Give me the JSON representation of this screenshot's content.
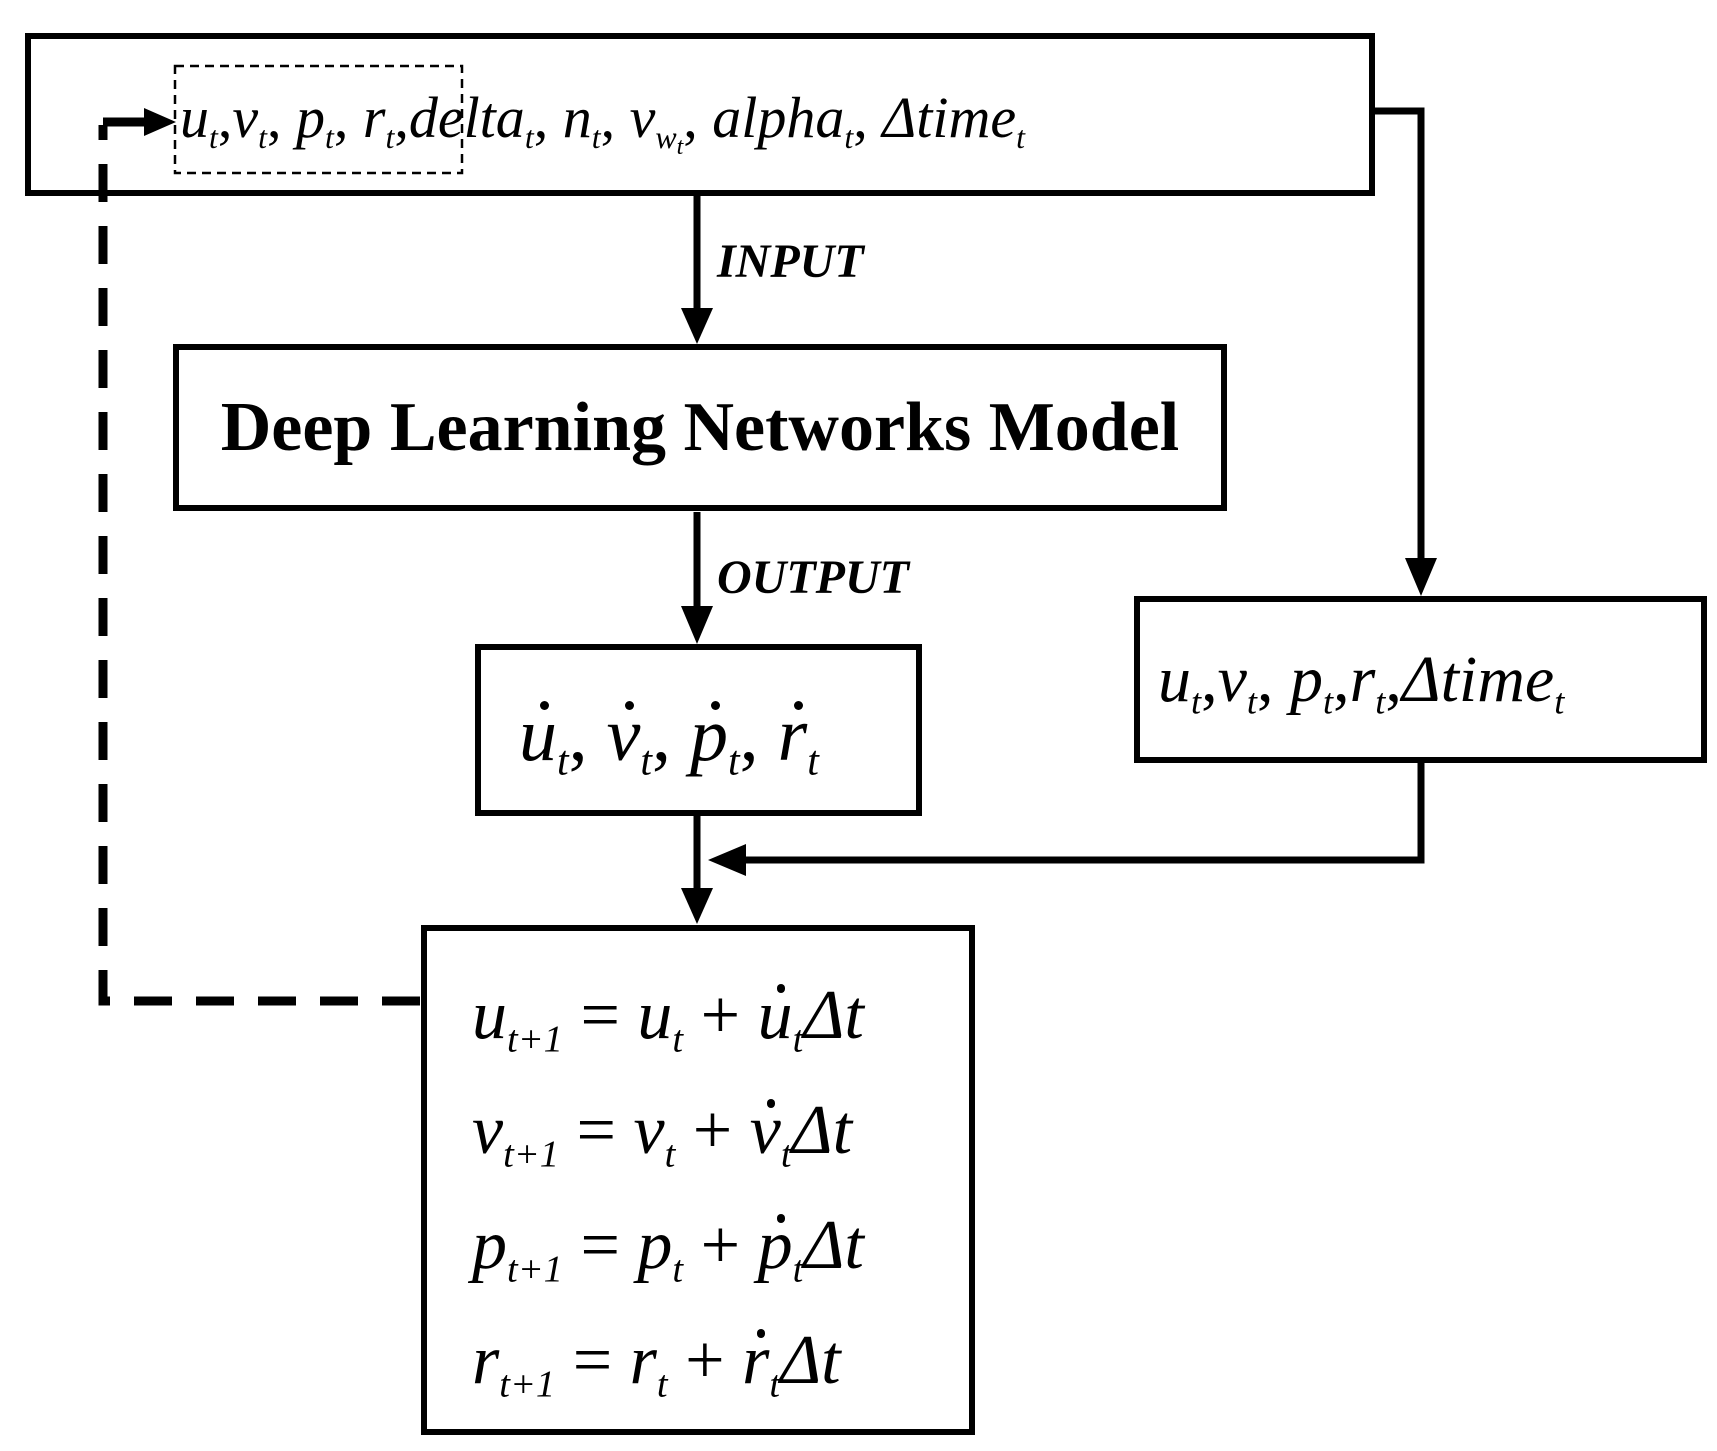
{
  "input_box": {
    "state_vars": [
      "u",
      "v",
      "p",
      "r"
    ],
    "extra_vars": [
      "delta",
      "n",
      "v_w",
      "alpha",
      "Δtime"
    ],
    "subscript": "t"
  },
  "labels": {
    "input": "INPUT",
    "output": "OUTPUT"
  },
  "model_box": {
    "title": "Deep Learning Networks Model"
  },
  "output_box": {
    "derivatives": [
      "u",
      "v",
      "p",
      "r"
    ]
  },
  "passthrough_box": {
    "vars": [
      "u",
      "v",
      "p",
      "r",
      "Δtime"
    ]
  },
  "update_box": {
    "equations": [
      {
        "var": "u"
      },
      {
        "var": "v"
      },
      {
        "var": "p"
      },
      {
        "var": "r"
      }
    ],
    "next_subscript": "t+1",
    "delta": "Δt"
  }
}
